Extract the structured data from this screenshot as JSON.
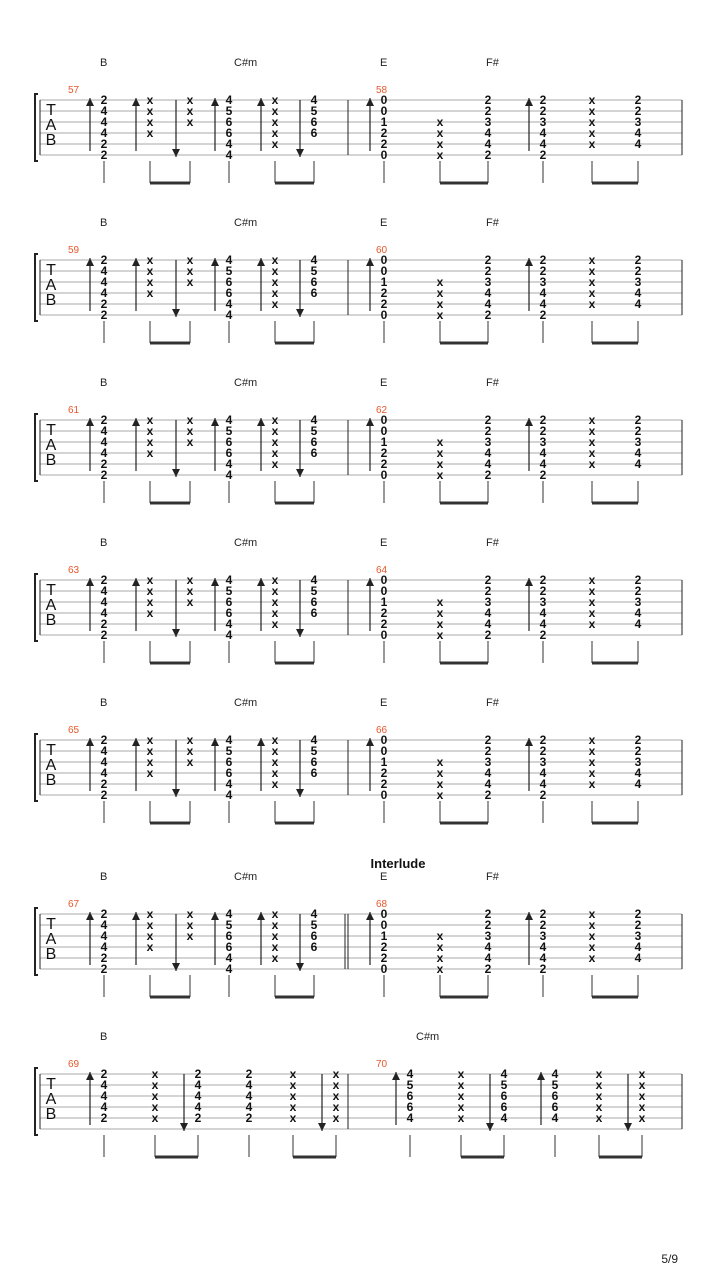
{
  "page_number": "5/9",
  "tab_letters": [
    "T",
    "A",
    "B"
  ],
  "patterns": {
    "B_Cs": [
      {
        "type": "up",
        "frets": [
          "2",
          "4",
          "4",
          "4",
          "2",
          "2"
        ]
      },
      {
        "type": "up",
        "frets": [
          "x",
          "x",
          "x",
          "x",
          "",
          ""
        ]
      },
      {
        "type": "down",
        "frets": [
          "x",
          "x",
          "x",
          "",
          "",
          ""
        ]
      },
      {
        "type": "up",
        "frets": [
          "4",
          "5",
          "6",
          "6",
          "4",
          "4"
        ]
      },
      {
        "type": "up",
        "frets": [
          "x",
          "x",
          "x",
          "x",
          "x",
          ""
        ]
      },
      {
        "type": "down",
        "frets": [
          "4",
          "5",
          "6",
          "6",
          "",
          ""
        ]
      }
    ],
    "B_Cs_b": [
      {
        "type": "up",
        "frets": [
          "2",
          "4",
          "4",
          "4",
          "2",
          "2"
        ]
      },
      {
        "type": "up",
        "frets": [
          "x",
          "x",
          "x",
          "x",
          "",
          ""
        ]
      },
      {
        "type": "down",
        "frets": [
          "x",
          "x",
          "x",
          "",
          "",
          ""
        ]
      },
      {
        "type": "up",
        "frets": [
          "4",
          "5",
          "6",
          "6",
          "4",
          "4"
        ]
      },
      {
        "type": "up",
        "frets": [
          "x",
          "x",
          "x",
          "x",
          "x",
          ""
        ]
      },
      {
        "type": "down",
        "frets": [
          "4",
          "5",
          "6",
          "6",
          "",
          ""
        ]
      }
    ],
    "E_Fs": [
      {
        "type": "up",
        "frets": [
          "0",
          "0",
          "1",
          "2",
          "2",
          "0"
        ]
      },
      {
        "type": "plain",
        "frets": [
          "",
          "",
          "x",
          "x",
          "x",
          "x"
        ]
      },
      {
        "type": "plain",
        "frets": [
          "2",
          "2",
          "3",
          "4",
          "4",
          "2"
        ]
      },
      {
        "type": "up",
        "frets": [
          "2",
          "2",
          "3",
          "4",
          "4",
          "2"
        ]
      },
      {
        "type": "plain",
        "frets": [
          "x",
          "x",
          "x",
          "x",
          "x",
          ""
        ]
      },
      {
        "type": "plain",
        "frets": [
          "2",
          "2",
          "3",
          "4",
          "4",
          ""
        ]
      }
    ],
    "B_69": [
      {
        "type": "up",
        "frets": [
          "2",
          "4",
          "4",
          "4",
          "2",
          ""
        ]
      },
      {
        "type": "plain",
        "frets": [
          "x",
          "x",
          "x",
          "x",
          "x",
          ""
        ]
      },
      {
        "type": "down",
        "frets": [
          "2",
          "4",
          "4",
          "4",
          "2",
          ""
        ]
      },
      {
        "type": "plain",
        "frets": [
          "2",
          "4",
          "4",
          "4",
          "2",
          ""
        ]
      },
      {
        "type": "plain",
        "frets": [
          "x",
          "x",
          "x",
          "x",
          "x",
          ""
        ]
      },
      {
        "type": "down",
        "frets": [
          "x",
          "x",
          "x",
          "x",
          "x",
          ""
        ]
      }
    ],
    "Cs_70": [
      {
        "type": "up",
        "frets": [
          "4",
          "5",
          "6",
          "6",
          "4",
          ""
        ]
      },
      {
        "type": "plain",
        "frets": [
          "x",
          "x",
          "x",
          "x",
          "x",
          ""
        ]
      },
      {
        "type": "down",
        "frets": [
          "4",
          "5",
          "6",
          "6",
          "4",
          ""
        ]
      },
      {
        "type": "up",
        "frets": [
          "4",
          "5",
          "6",
          "6",
          "4",
          ""
        ]
      },
      {
        "type": "plain",
        "frets": [
          "x",
          "x",
          "x",
          "x",
          "x",
          ""
        ]
      },
      {
        "type": "down",
        "frets": [
          "x",
          "x",
          "x",
          "x",
          "x",
          ""
        ]
      }
    ]
  },
  "systems": [
    {
      "measures": [
        {
          "number": "57",
          "chords": [
            "B",
            "C#m"
          ],
          "pattern": "B_Cs"
        },
        {
          "number": "58",
          "chords": [
            "E",
            "F#"
          ],
          "pattern": "E_Fs"
        }
      ]
    },
    {
      "measures": [
        {
          "number": "59",
          "chords": [
            "B",
            "C#m"
          ],
          "pattern": "B_Cs"
        },
        {
          "number": "60",
          "chords": [
            "E",
            "F#"
          ],
          "pattern": "E_Fs"
        }
      ]
    },
    {
      "measures": [
        {
          "number": "61",
          "chords": [
            "B",
            "C#m"
          ],
          "pattern": "B_Cs"
        },
        {
          "number": "62",
          "chords": [
            "E",
            "F#"
          ],
          "pattern": "E_Fs"
        }
      ]
    },
    {
      "measures": [
        {
          "number": "63",
          "chords": [
            "B",
            "C#m"
          ],
          "pattern": "B_Cs"
        },
        {
          "number": "64",
          "chords": [
            "E",
            "F#"
          ],
          "pattern": "E_Fs"
        }
      ]
    },
    {
      "measures": [
        {
          "number": "65",
          "chords": [
            "B",
            "C#m"
          ],
          "pattern": "B_Cs"
        },
        {
          "number": "66",
          "chords": [
            "E",
            "F#"
          ],
          "pattern": "E_Fs"
        }
      ]
    },
    {
      "section": "Interlude",
      "double_bar": true,
      "measures": [
        {
          "number": "67",
          "chords": [
            "B",
            "C#m"
          ],
          "pattern": "B_Cs"
        },
        {
          "number": "68",
          "chords": [
            "E",
            "F#"
          ],
          "pattern": "E_Fs"
        }
      ]
    },
    {
      "measures": [
        {
          "number": "69",
          "chords": [
            "B"
          ],
          "pattern": "B_69"
        },
        {
          "number": "70",
          "chords": [
            "C#m"
          ],
          "pattern": "Cs_70"
        }
      ]
    }
  ]
}
